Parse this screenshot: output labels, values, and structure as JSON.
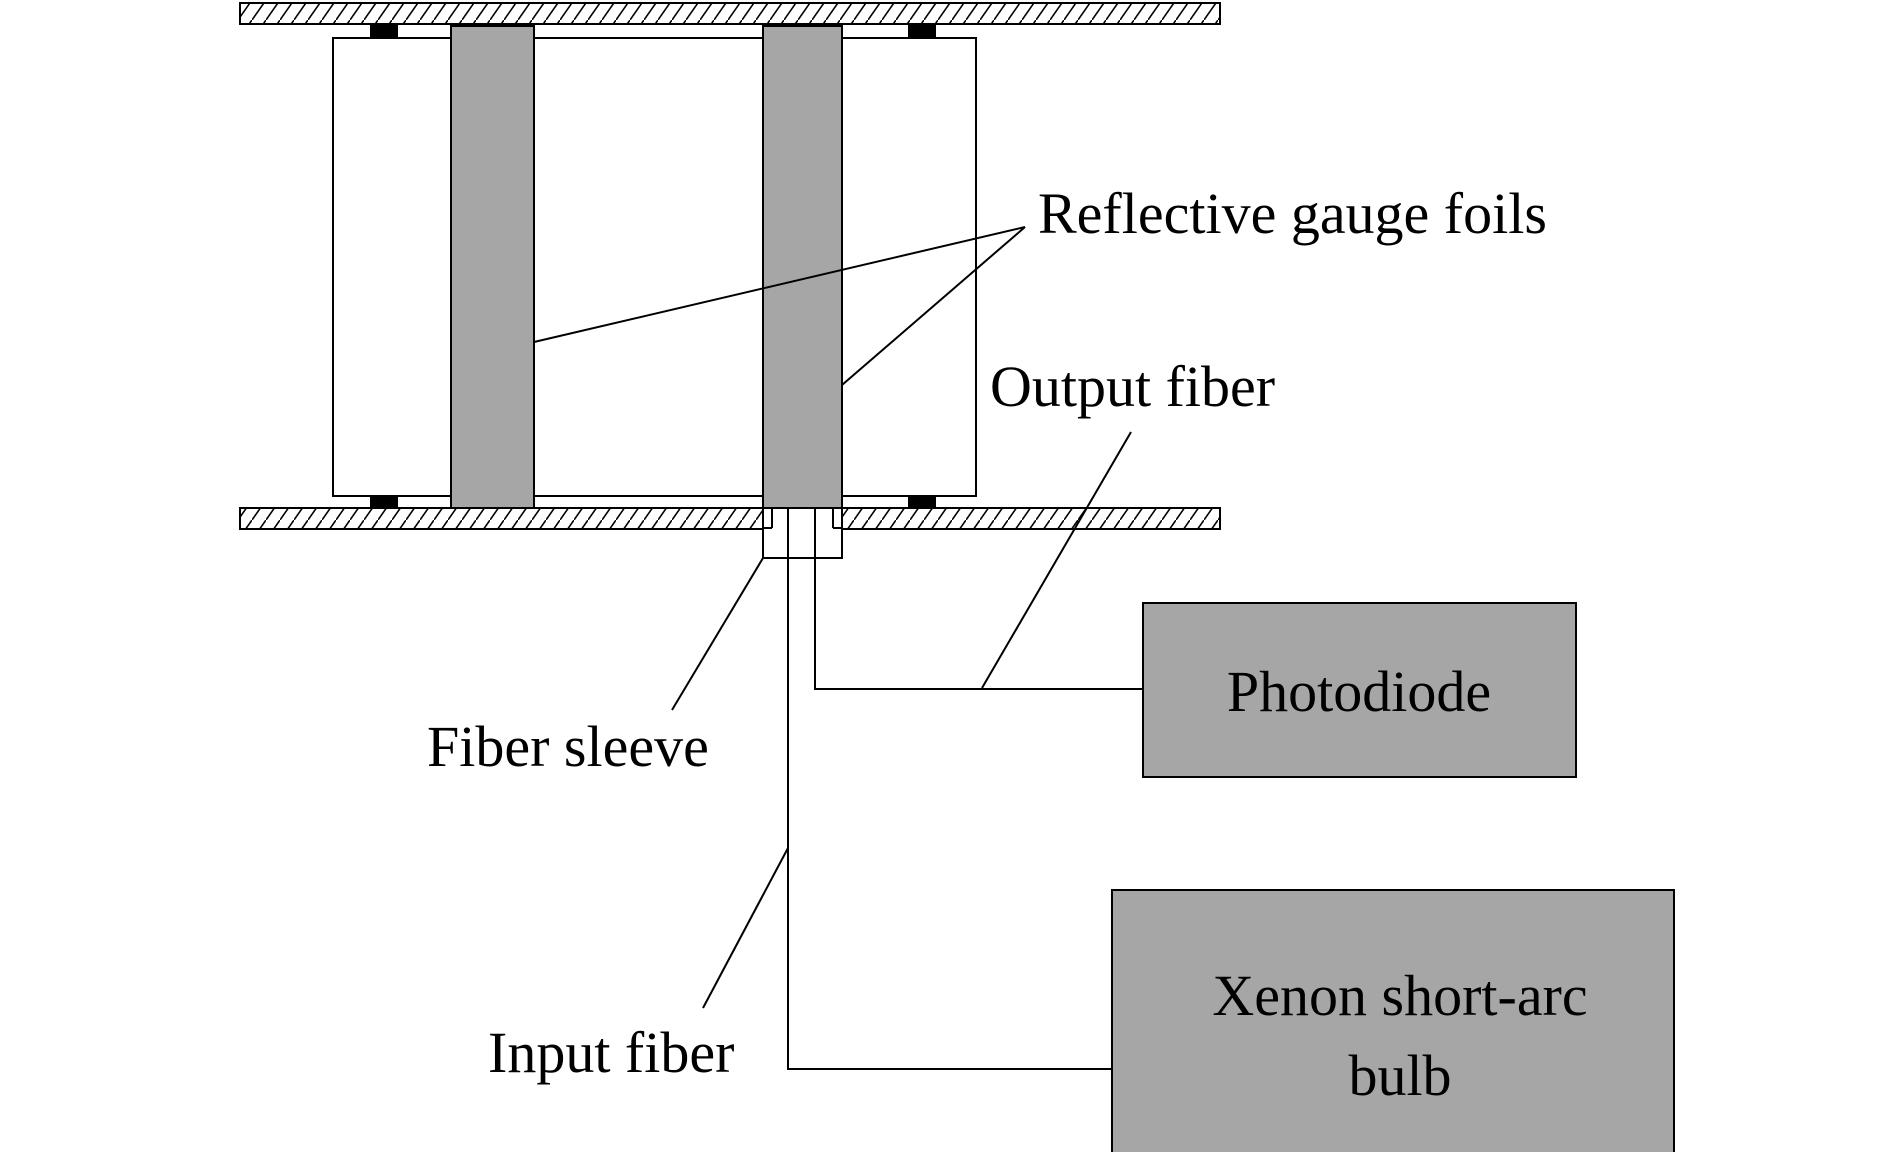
{
  "labels": {
    "reflective_gauge_foils": "Reflective gauge foils",
    "output_fiber": "Output fiber",
    "fiber_sleeve": "Fiber sleeve",
    "input_fiber": "Input fiber",
    "photodiode": "Photodiode",
    "xenon_line1": "Xenon short-arc",
    "xenon_line2": "bulb"
  },
  "colors": {
    "foil_fill": "#a6a6a6",
    "box_fill": "#a6a6a6",
    "line": "#000000",
    "background": "#ffffff"
  }
}
